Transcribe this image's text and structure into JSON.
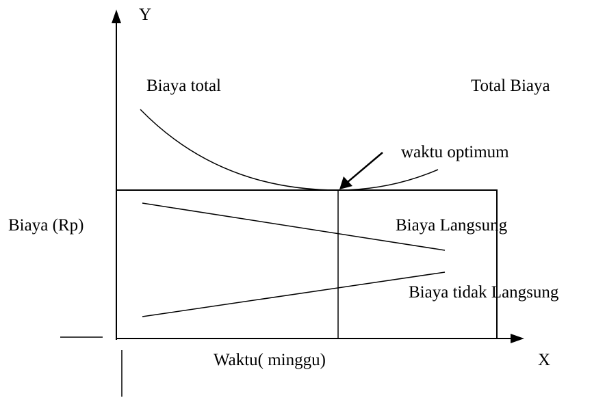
{
  "labels": {
    "y_axis": "Y",
    "x_axis": "X",
    "biaya_total": "Biaya total",
    "total_biaya": "Total Biaya",
    "waktu_optimum": "waktu optimum",
    "biaya_rp": "Biaya (Rp)",
    "biaya_langsung": "Biaya Langsung",
    "biaya_tidak_langsung": "Biaya tidak Langsung",
    "waktu_minggu": "Waktu( minggu)"
  },
  "colors": {
    "line": "#000000",
    "background": "#ffffff"
  }
}
